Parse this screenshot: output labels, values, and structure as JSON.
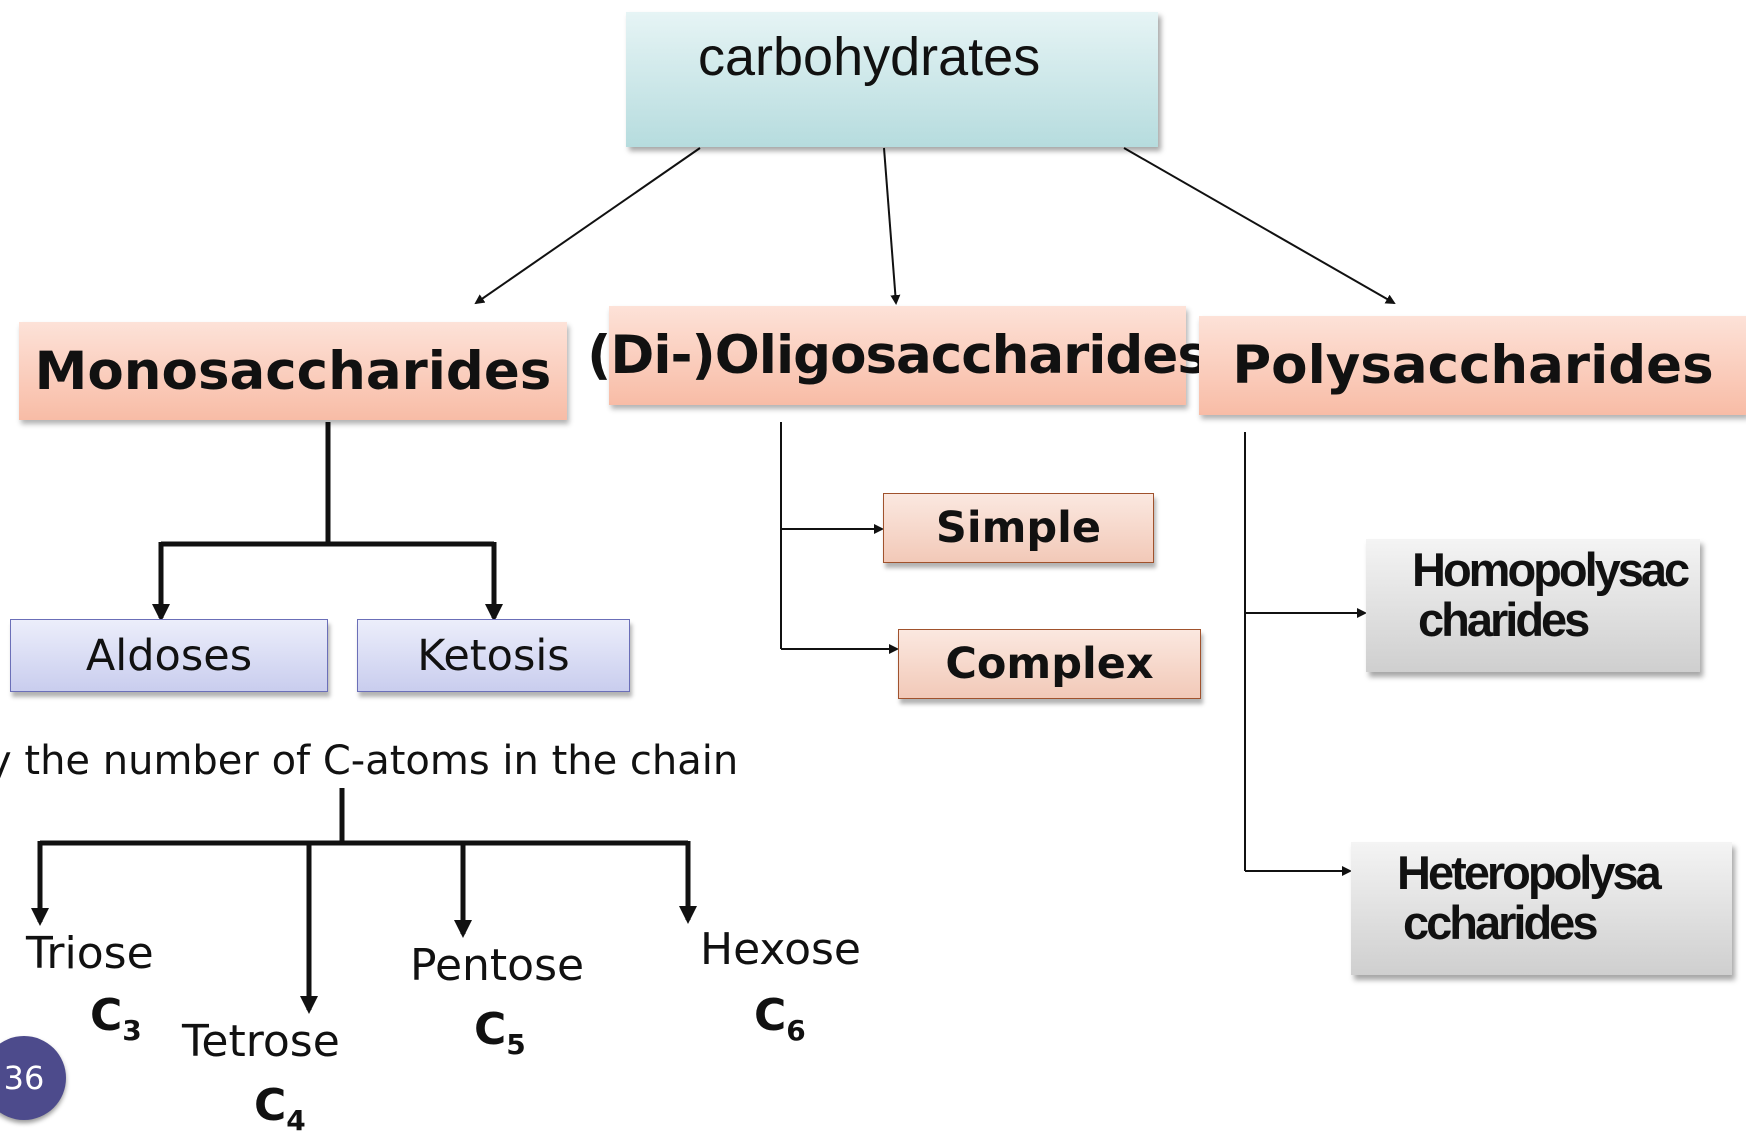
{
  "root": {
    "label": "carbohydrates"
  },
  "categories": {
    "mono": "Monosaccharides",
    "oligo": "(Di-)Oligosaccharides",
    "poly": "Polysaccharides"
  },
  "oligo_types": {
    "simple": "Simple",
    "complex": "Complex"
  },
  "poly_types": {
    "homo": [
      "Homopolysac",
      "charides"
    ],
    "hetero": [
      "Heteropolysa",
      "ccharides"
    ]
  },
  "mono_types": {
    "aldoses": "Aldoses",
    "ketosis": "Ketosis"
  },
  "chain_caption": "y the number of C-atoms in the chain",
  "chain_types": {
    "triose": {
      "name": "Triose",
      "formula": "C",
      "n": "3"
    },
    "tetrose": {
      "name": "Tetrose",
      "formula": "C",
      "n": "4"
    },
    "pentose": {
      "name": "Pentose",
      "formula": "C",
      "n": "5"
    },
    "hexose": {
      "name": "Hexose",
      "formula": "C",
      "n": "6"
    }
  },
  "page_number": "36",
  "colors": {
    "root_fill": "#b6dcde",
    "category_fill": "#f8bca6",
    "mono_type_fill": "#c9cdee",
    "poly_type_fill": "#cfcfcf",
    "badge": "#4d4b8c"
  }
}
